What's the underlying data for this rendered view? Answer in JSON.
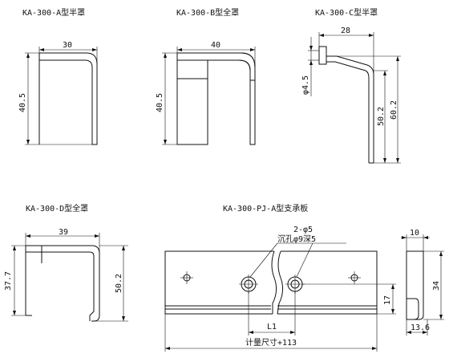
{
  "titles": {
    "a": "KA-300-A型半罩",
    "b": "KA-300-B型全罩",
    "c": "KA-300-C型半罩",
    "d": "KA-300-D型全罩",
    "pj": "KA-300-PJ-A型支承板"
  },
  "dims": {
    "a_width": "30",
    "a_height": "40.5",
    "b_width": "40",
    "b_height": "40.5",
    "c_width": "28",
    "c_hole": "φ4.5",
    "c_height_inner": "50.2",
    "c_height_outer": "60.2",
    "d_width": "39",
    "d_height_left": "37.7",
    "d_height_right": "50.2",
    "pj_holes": "2-φ5",
    "pj_counterbore": "沉孔φ9深5",
    "pj_hole_height": "17",
    "pj_l1": "L1",
    "pj_total": "计量尺寸+113",
    "side_top": "10",
    "side_height": "34",
    "side_bottom": "13.6"
  },
  "colors": {
    "line": "#111111",
    "background": "#ffffff"
  }
}
